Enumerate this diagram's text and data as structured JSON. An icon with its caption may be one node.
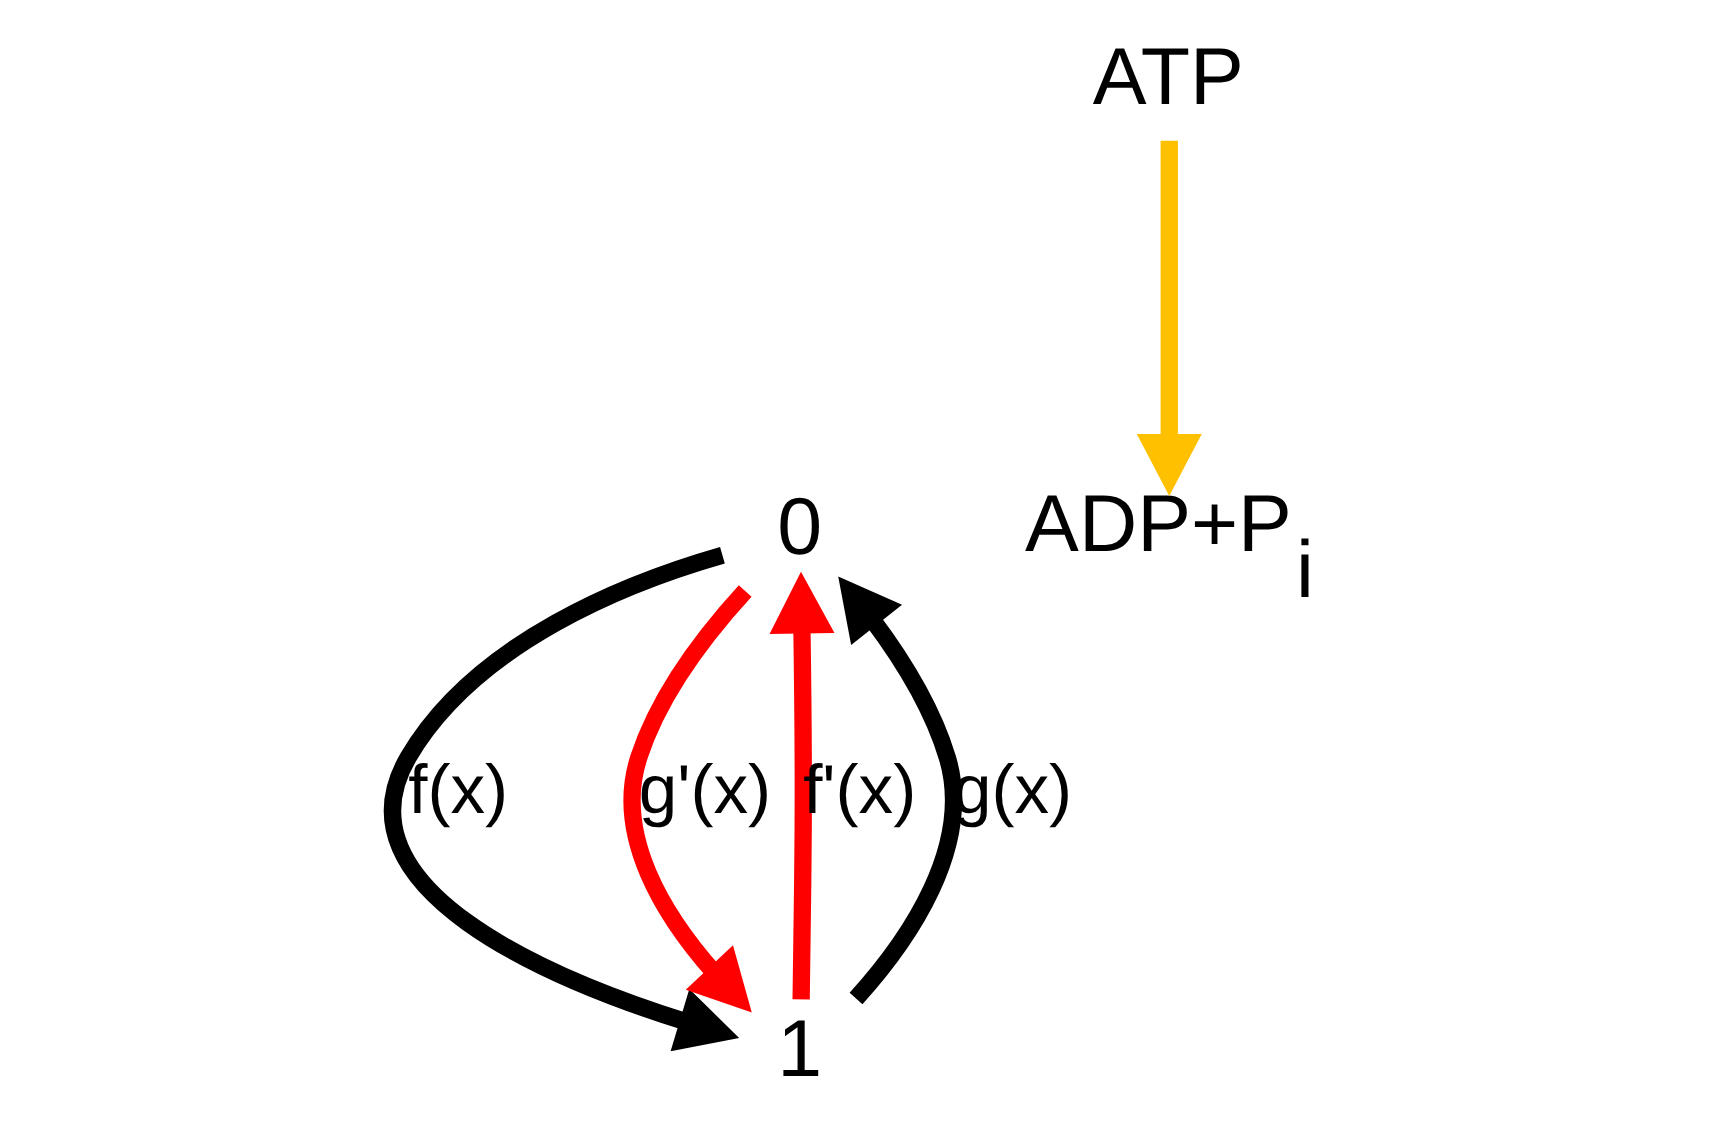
{
  "diagram": {
    "nodes": [
      {
        "text": [
          "0"
        ]
      },
      {
        "text": [
          "1"
        ]
      },
      {
        "text": [
          "ADP+P$_{i}$"
        ]
      },
      {
        "text": [
          "ATP"
        ]
      }
    ],
    "edges": [
      {
        "from": 0,
        "to": 1,
        "arrow": "to",
        "label": "f(x)"
      },
      {
        "from": 1,
        "to": 0,
        "arrow": "to",
        "label": "f'(x)",
        "color": "#ff0000"
      },
      {
        "from": 0,
        "to": 1,
        "arrow": "to",
        "label": "g'(x)",
        "color": "#ff0000"
      },
      {
        "from": 1,
        "to": 0,
        "arrow": "to",
        "label": "g(x)"
      },
      {
        "from": 3,
        "to": 2,
        "arrow": "to",
        "color": "#ffc000"
      }
    ]
  }
}
